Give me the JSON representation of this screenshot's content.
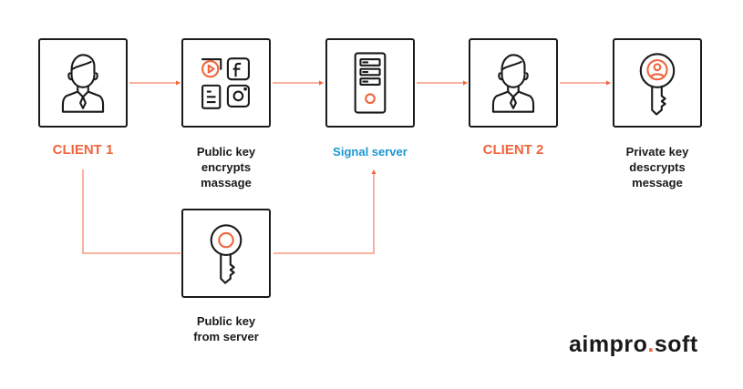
{
  "nodes": [
    {
      "id": "client1",
      "label": "CLIENT 1",
      "icon": "user-icon"
    },
    {
      "id": "public_key_encrypts",
      "label": "Public key\nencrypts\nmassage",
      "icon": "apps-icon"
    },
    {
      "id": "signal_server",
      "label": "Signal server",
      "icon": "server-icon"
    },
    {
      "id": "client2",
      "label": "CLIENT 2",
      "icon": "user-icon"
    },
    {
      "id": "private_key",
      "label": "Private key\ndescrypts\nmessage",
      "icon": "user-key-icon"
    },
    {
      "id": "public_key_server",
      "label": "Public key\nfrom server",
      "icon": "key-icon"
    }
  ],
  "edges": [
    {
      "from": "client1",
      "to": "public_key_encrypts"
    },
    {
      "from": "public_key_encrypts",
      "to": "signal_server"
    },
    {
      "from": "signal_server",
      "to": "client2"
    },
    {
      "from": "client2",
      "to": "private_key"
    },
    {
      "from": "client1",
      "to": "public_key_server"
    },
    {
      "from": "public_key_server",
      "to": "signal_server"
    }
  ],
  "brand": {
    "part1": "aimpro",
    "dot": ".",
    "part2": "soft"
  },
  "colors": {
    "accent": "#f2643c",
    "server_label": "#1a96d2",
    "stroke": "#1a1a1a"
  }
}
